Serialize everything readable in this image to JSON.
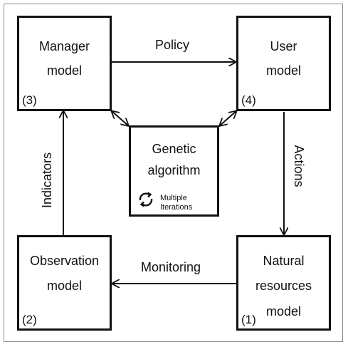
{
  "boxes": {
    "manager": {
      "line1": "Manager",
      "line2": "model",
      "number": "(3)"
    },
    "user": {
      "line1": "User",
      "line2": "model",
      "number": "(4)"
    },
    "genetic": {
      "line1": "Genetic",
      "line2": "algorithm",
      "iter_line1": "Multiple",
      "iter_line2": "Iterations"
    },
    "observation": {
      "line1": "Observation",
      "line2": "model",
      "number": "(2)"
    },
    "natural": {
      "line1": "Natural",
      "line2": "resources",
      "line3": "model",
      "number": "(1)"
    }
  },
  "edges": {
    "policy": "Policy",
    "actions": "Actions",
    "monitoring": "Monitoring",
    "indicators": "Indicators"
  },
  "icons": {
    "iterations": "cycle-arrows-icon"
  }
}
